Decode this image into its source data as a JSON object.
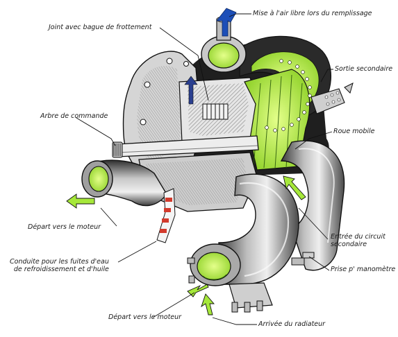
{
  "diagram": {
    "colors": {
      "ink": "#161616",
      "body": "#d9d9d9",
      "shade": "#8c8c8c",
      "green": "#b7f23a",
      "green_dark": "#6fb51e",
      "arrow_blue": "#1d4fb8",
      "arrow_green": "#a6e83a",
      "arrow_red": "#d23a2c",
      "paper": "#ffffff"
    },
    "labels": {
      "mise_air": "Mise à l'air libre lors du remplissage",
      "joint": "Joint avec bague de frottement",
      "sortie_secondaire": "Sortie secondaire",
      "arbre": "Arbre de commande",
      "roue": "Roue mobile",
      "depart_moteur_1": "Départ vers le moteur",
      "entree_line1": "Entrée du circuit",
      "entree_line2": "secondaire",
      "conduite_line1": "Conduite pour les fuites d'eau",
      "conduite_line2": "de refroidissement et d'huile",
      "prise": "Prise p' manomètre",
      "depart_moteur_2": "Départ vers le moteur",
      "arrivee": "Arrivée du radiateur"
    }
  }
}
